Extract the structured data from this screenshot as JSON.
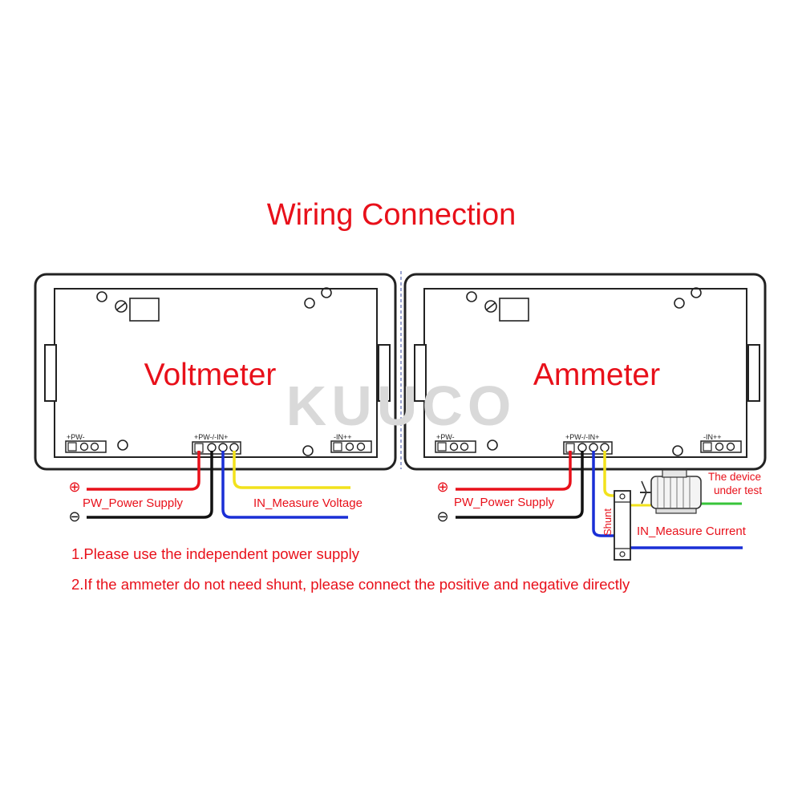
{
  "title": "Wiring Connection",
  "watermark": "KUUCO",
  "voltmeter": {
    "label": "Voltmeter",
    "pw_terminal": "+PW-",
    "center_terminal": "+PW-/-IN+",
    "in_terminal": "-IN++",
    "power_label": "PW_Power Supply",
    "measure_label": "IN_Measure Voltage",
    "plus_symbol": "⊕",
    "minus_symbol": "⊖"
  },
  "ammeter": {
    "label": "Ammeter",
    "pw_terminal": "+PW-",
    "center_terminal": "+PW-/-IN+",
    "in_terminal": "-IN++",
    "power_label": "PW_Power Supply",
    "measure_label": "IN_Measure Current",
    "shunt_label": "Shunt",
    "device_label_line1": "The device",
    "device_label_line2": "under test",
    "plus_symbol": "⊕",
    "minus_symbol": "⊖"
  },
  "notes": [
    "1.Please use the independent power supply",
    "2.If the ammeter do not need shunt, please connect the positive and negative directly"
  ],
  "colors": {
    "text_red": "#e8101a",
    "wire_red": "#e8101a",
    "wire_black": "#111111",
    "wire_blue": "#1a2fd6",
    "wire_yellow": "#f2e21c",
    "wire_green": "#37c43a"
  }
}
